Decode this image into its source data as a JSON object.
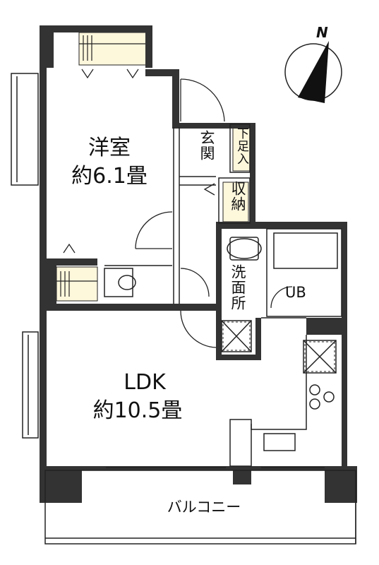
{
  "compass": {
    "north_label": "N"
  },
  "rooms": {
    "western_room": {
      "name": "洋室",
      "size": "約6.1畳"
    },
    "entrance": {
      "name": "玄関"
    },
    "shoe_storage": {
      "name": "下足入"
    },
    "storage": {
      "name": "収納"
    },
    "washroom": {
      "name": "洗面所"
    },
    "unit_bath": {
      "name": "UB"
    },
    "ldk": {
      "name": "LDK",
      "size": "約10.5畳"
    },
    "balcony": {
      "name": "バルコニー"
    }
  },
  "colors": {
    "wall": "#333333",
    "storage_fill": "#fdf7dc",
    "line": "#222222",
    "background": "#ffffff"
  }
}
